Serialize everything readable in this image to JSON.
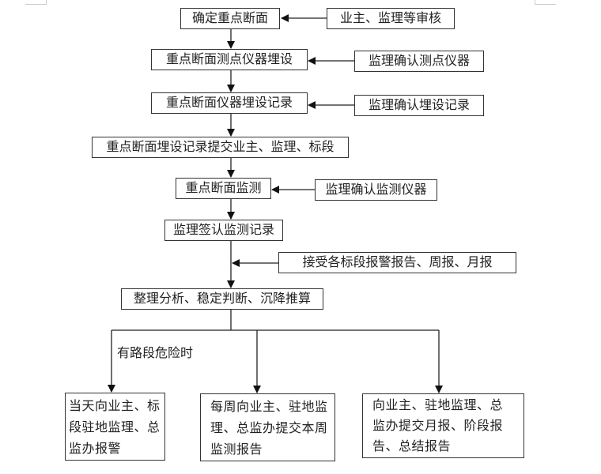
{
  "diagram": {
    "type": "flowchart",
    "main_flow": [
      {
        "id": "n1",
        "label": "确定重点断面"
      },
      {
        "id": "n2",
        "label": "重点断面测点仪器埋设"
      },
      {
        "id": "n3",
        "label": "重点断面仪器埋设记录"
      },
      {
        "id": "n4",
        "label": "重点断面埋设记录提交业主、监理、标段"
      },
      {
        "id": "n5",
        "label": "重点断面监测"
      },
      {
        "id": "n6",
        "label": "监理签认监测记录"
      },
      {
        "id": "n7",
        "label": "整理分析、稳定判断、沉降推算"
      }
    ],
    "side_inputs": [
      {
        "id": "s1",
        "label": "业主、监理等审核",
        "target": "n1"
      },
      {
        "id": "s2",
        "label": "监理确认测点仪器",
        "target": "n2"
      },
      {
        "id": "s3",
        "label": "监理确认埋设记录",
        "target": "n3"
      },
      {
        "id": "s4",
        "label": "监理确认监测仪器",
        "target": "n5"
      },
      {
        "id": "s5",
        "label": "接受各标段报警报告、周报、月报",
        "target": "n6-n7 link"
      }
    ],
    "branch_condition": "有路段危险时",
    "outputs": [
      {
        "id": "o1",
        "label": "当天向业主、标段驻地监理、总监办报警"
      },
      {
        "id": "o2",
        "label": "每周向业主、驻地监理、总监办提交本周监测报告"
      },
      {
        "id": "o3",
        "label": "向业主、驻地监理、总监办提交月报、阶段报告、总结报告"
      }
    ]
  }
}
